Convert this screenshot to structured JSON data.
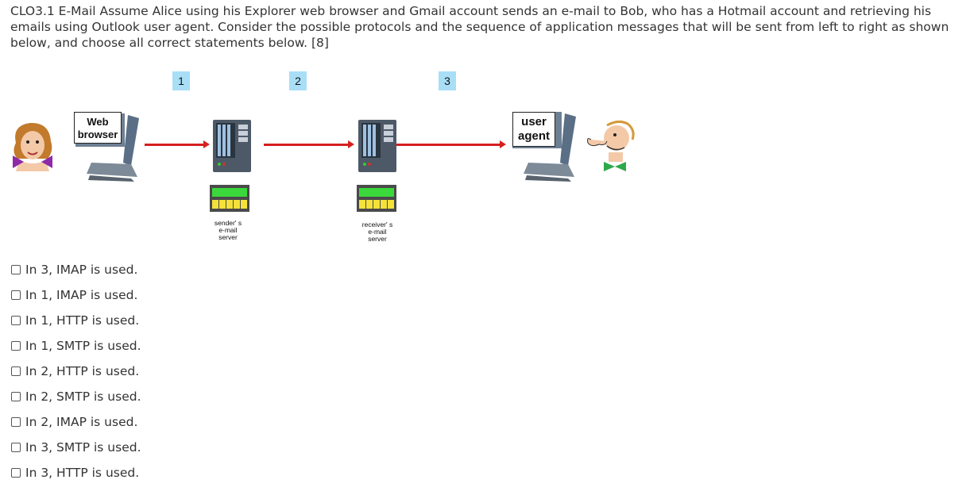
{
  "question": {
    "text": "CLO3.1 E-Mail Assume Alice using his Explorer web browser and Gmail account sends an e-mail to Bob, who has a Hotmail account and retrieving his emails using Outlook user agent. Consider the possible protocols and the sequence of application messages that will be sent from left to right as shown below, and choose all correct statements below. [8]"
  },
  "diagram": {
    "steps": [
      "1",
      "2",
      "3"
    ],
    "sender_client": {
      "line1": "Web",
      "line2": "browser"
    },
    "receiver_client": {
      "line1": "user",
      "line2": "agent"
    },
    "sender_server": {
      "line1": "sender' s",
      "line2": "e-mail",
      "line3": "server"
    },
    "receiver_server": {
      "line1": "receiver' s",
      "line2": "e-mail",
      "line3": "server"
    },
    "colors": {
      "arrow": "#d61f1f",
      "badge": "#a9def7"
    }
  },
  "options": [
    "In 3, IMAP is used.",
    "In 1, IMAP is used.",
    "In 1, HTTP is used.",
    "In 1, SMTP is used.",
    "In 2, HTTP is used.",
    "In 2, SMTP is used.",
    "In 2, IMAP is used.",
    "In 3, SMTP is used.",
    "In 3, HTTP is used."
  ]
}
